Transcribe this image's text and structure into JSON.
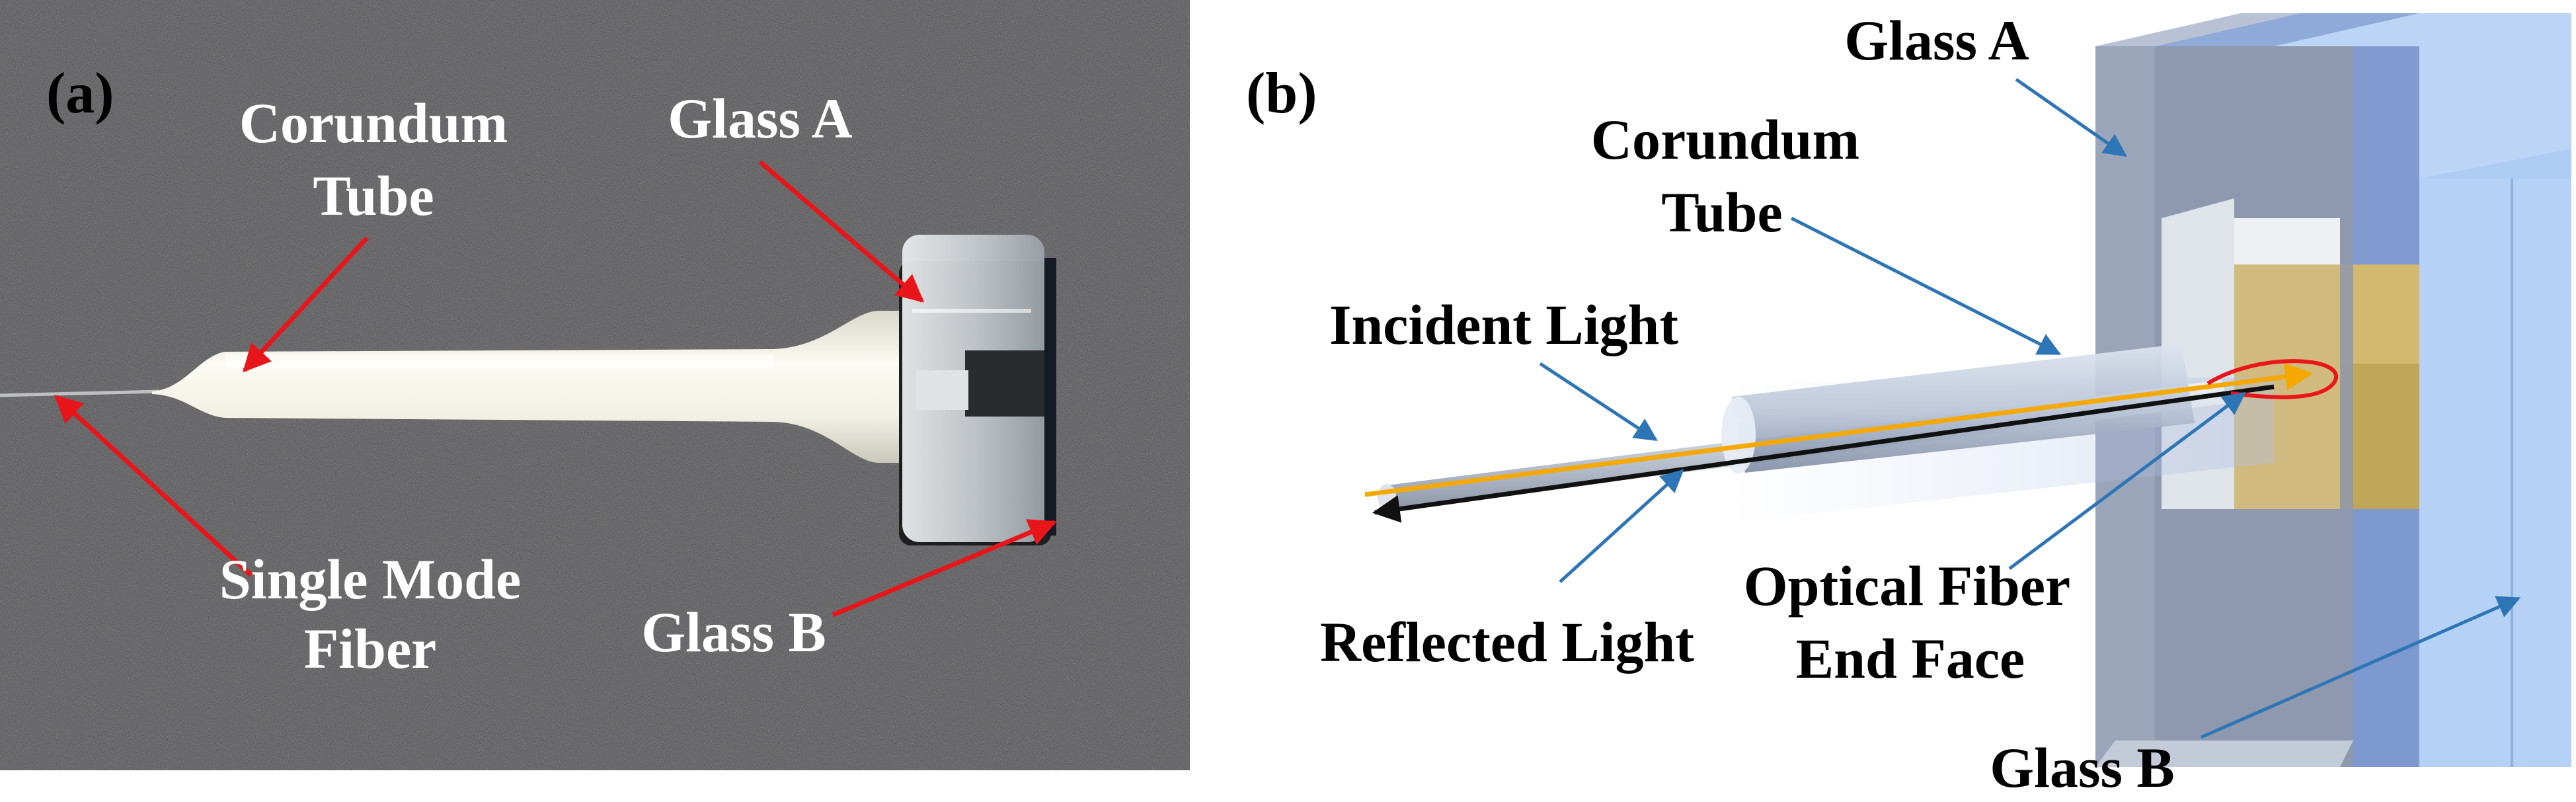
{
  "panel_a": {
    "tag": "(a)",
    "labels": {
      "corundum_tube_1": "Corundum",
      "corundum_tube_2": "Tube",
      "glass_a": "Glass A",
      "single_mode_fiber_1": "Single Mode",
      "single_mode_fiber_2": "Fiber",
      "glass_b": "Glass B"
    },
    "colors": {
      "background": "#4b4b4e",
      "arrow": "#e8161b",
      "tube": "#efeee4"
    }
  },
  "panel_b": {
    "tag": "(b)",
    "labels": {
      "glass_a": "Glass A",
      "corundum_tube_1": "Corundum",
      "corundum_tube_2": "Tube",
      "incident_light": "Incident Light",
      "reflected_light": "Reflected Light",
      "optical_fiber_1": "Optical Fiber",
      "optical_fiber_2": "End Face",
      "glass_b": "Glass B"
    },
    "colors": {
      "leader": "#2e75b6",
      "incident": "#f5a800",
      "reflected": "#111111",
      "cavity": "#c6a84a"
    }
  }
}
